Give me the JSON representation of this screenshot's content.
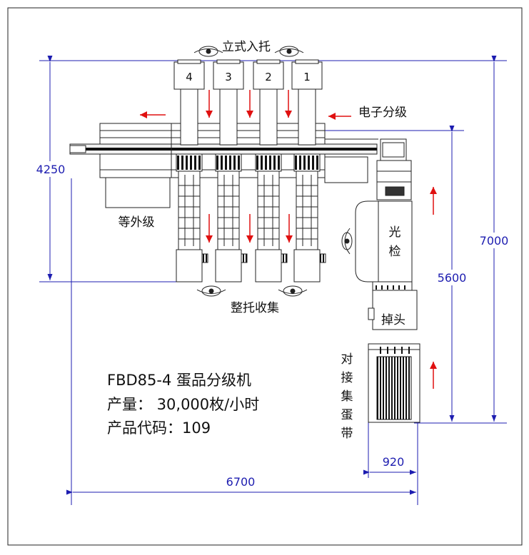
{
  "labels": {
    "vertical_tray_in": "立式入托",
    "electronic_grading": "电子分级",
    "ungraded": "等外级",
    "tray_collection": "整托收集",
    "light_check_1": "光",
    "light_check_2": "检",
    "drop_head": "掉头",
    "conveyor_1": "对",
    "conveyor_2": "接",
    "conveyor_3": "集",
    "conveyor_4": "蛋",
    "conveyor_5": "带"
  },
  "stations": [
    "4",
    "3",
    "2",
    "1"
  ],
  "dimensions": {
    "height_left": "4250",
    "height_right": "7000",
    "height_mid": "5600",
    "width_total": "6700",
    "width_small": "920"
  },
  "info": {
    "model": "FBD85-4 蛋品分级机",
    "capacity": "产量： 30,000枚/小时",
    "code": "产品代码：109"
  },
  "colors": {
    "dimension": "#1d1db0",
    "arrow": "#e01010",
    "line": "#222222"
  }
}
